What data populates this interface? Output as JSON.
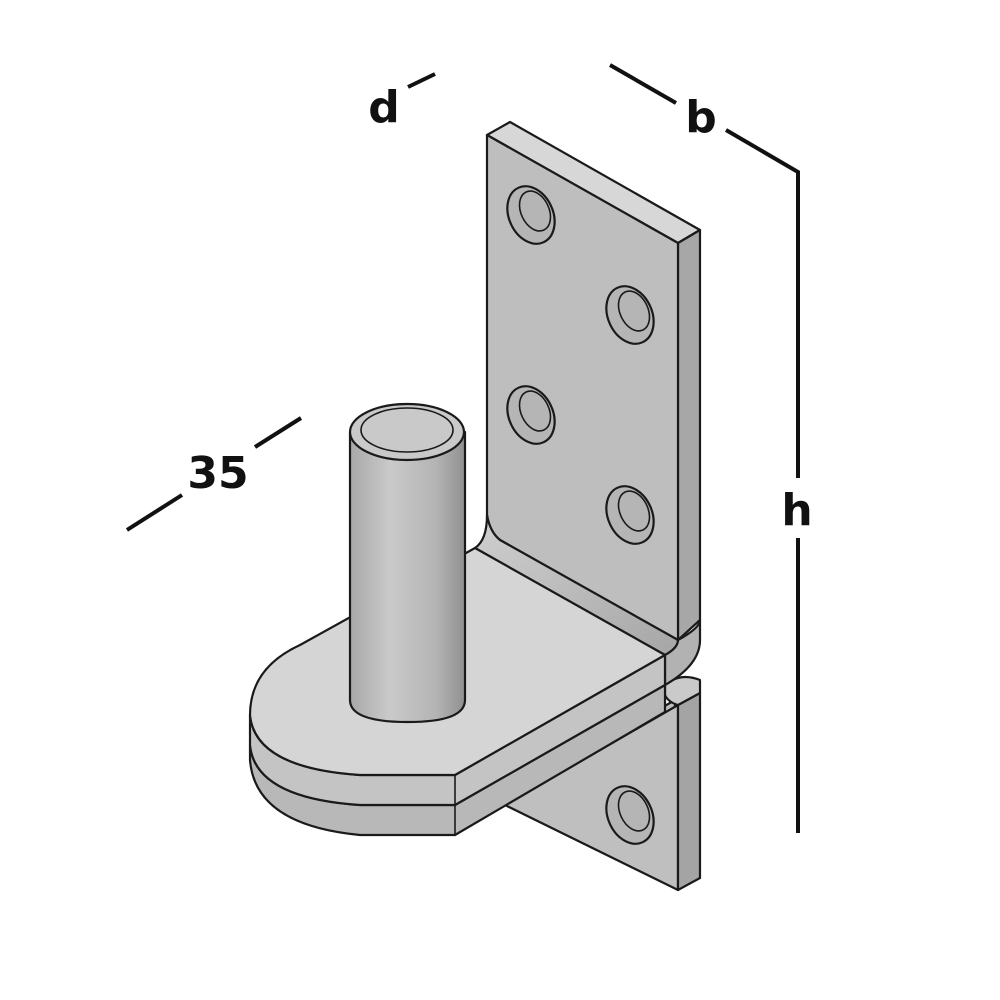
{
  "diagram": {
    "subject": "hinge pin bracket (angle plate with pin)",
    "labels": {
      "depth": "d",
      "width": "b",
      "height": "h",
      "pin_length": "35"
    },
    "holes": {
      "upper_plate": 4,
      "lower_plate": 1
    },
    "colors": {
      "background": "#ffffff",
      "metal_face": "#bdbebd",
      "metal_light": "#d6d7d6",
      "metal_side": "#a9aaa9",
      "outline": "#1a1a1a",
      "dimension_line": "#111111"
    }
  }
}
